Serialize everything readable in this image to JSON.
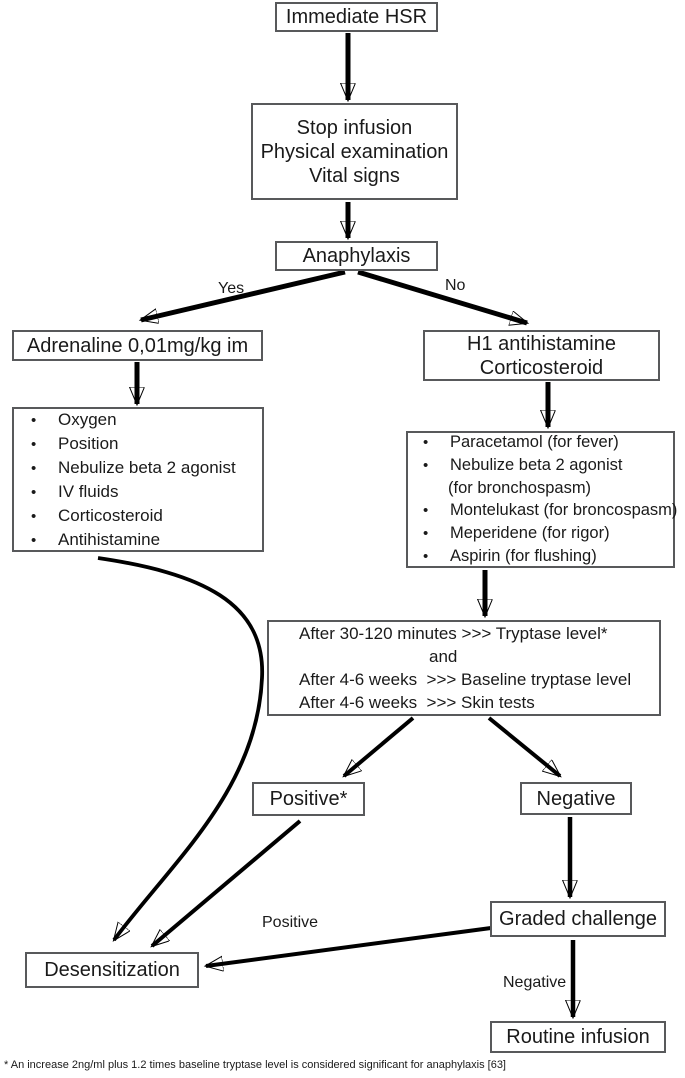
{
  "colors": {
    "background": "#ffffff",
    "box_border": "#58595b",
    "text": "#1a1a1a",
    "arrow": "#000000"
  },
  "nodes": {
    "immediate_hsr": "Immediate HSR",
    "stop_infusion_lines": [
      "Stop infusion",
      "Physical examination",
      "Vital signs"
    ],
    "anaphylaxis": "Anaphylaxis",
    "adrenaline": "Adrenaline 0,01mg/kg im",
    "left_list": [
      "Oxygen",
      "Position",
      "Nebulize beta 2 agonist",
      "IV fluids",
      "Corticosteroid",
      "Antihistamine"
    ],
    "h1_lines": [
      "H1 antihistamine",
      "Corticosteroid"
    ],
    "right_list": [
      "Paracetamol (for fever)",
      "Nebulize beta 2 agonist",
      "(for bronchospasm)",
      "Montelukast (for broncospasm)",
      "Meperidene (for rigor)",
      "Aspirin (for flushing)"
    ],
    "tryptase_lines": [
      "After 30-120 minutes >>> Tryptase level*",
      "and",
      "After 4-6 weeks  >>> Baseline tryptase level",
      "After 4-6 weeks  >>> Skin tests"
    ],
    "positive_box": "Positive*",
    "negative_box": "Negative",
    "graded_challenge": "Graded challenge",
    "desensitization": "Desensitization",
    "routine_infusion": "Routine infusion"
  },
  "edge_labels": {
    "yes": "Yes",
    "no": "No",
    "positive": "Positive",
    "negative": "Negative"
  },
  "footnote": "* An increase 2ng/ml plus 1.2 times baseline tryptase level is considered significant for anaphylaxis [63]"
}
